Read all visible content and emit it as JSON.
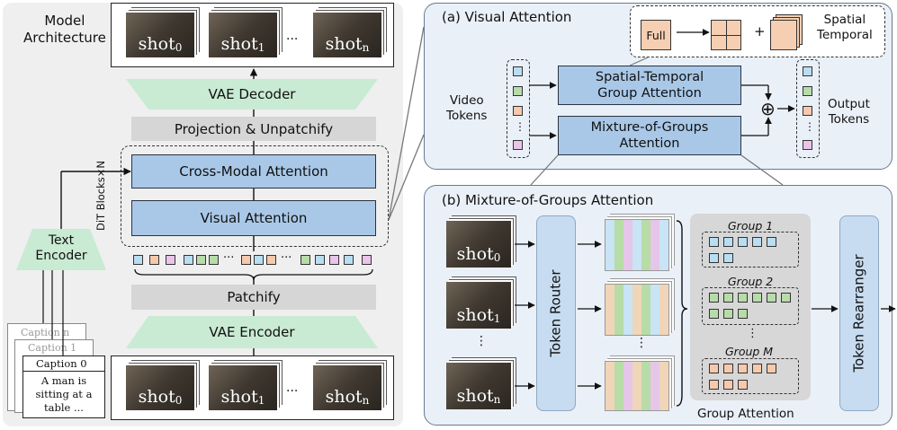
{
  "left": {
    "title_line1": "Model",
    "title_line2": "Architecture",
    "shot0": "shot",
    "shot0_sub": "0",
    "shot1": "shot",
    "shot1_sub": "1",
    "shotn": "shot",
    "shotn_sub": "n",
    "ellipsis": "···",
    "vae_decoder": "VAE Decoder",
    "projection": "Projection & Unpatchify",
    "dit_label": "DiT Blocks×N",
    "cross_modal": "Cross-Modal Attention",
    "visual_attention": "Visual Attention",
    "patchify": "Patchify",
    "vae_encoder": "VAE Encoder",
    "text_encoder_line1": "Text",
    "text_encoder_line2": "Encoder",
    "caption_n": "Caption n",
    "caption_1": "Caption 1",
    "caption_0": "Caption 0",
    "caption_text_line1": "A man is",
    "caption_text_line2": "sitting at a",
    "caption_text_line3": "table ..."
  },
  "panel_a": {
    "title": "(a) Visual Attention",
    "full": "Full",
    "plus": "+",
    "spatial": "Spatial",
    "temporal": "Temporal",
    "video_tokens_line1": "Video",
    "video_tokens_line2": "Tokens",
    "stg_line1": "Spatial-Temporal",
    "stg_line2": "Group Attention",
    "mog_line1": "Mixture-of-Groups",
    "mog_line2": "Attention",
    "oplus": "⊕",
    "output_line1": "Output",
    "output_line2": "Tokens"
  },
  "panel_b": {
    "title": "(b) Mixture-of-Groups Attention",
    "token_router": "Token Router",
    "group1": "Group 1",
    "group2": "Group 2",
    "groupM": "Group M",
    "group_attention": "Group Attention",
    "token_rearranger": "Token Rearranger",
    "vdots": "⋮"
  },
  "colors": {
    "blue_box": "#a9c8e8",
    "green_trap": "#c9ead3",
    "token_blue": "#b9def2",
    "token_green": "#b7dcaa",
    "token_orange": "#f5c9ae",
    "token_pink": "#ebc4ea",
    "panel_bg": "#eaf0f8"
  }
}
